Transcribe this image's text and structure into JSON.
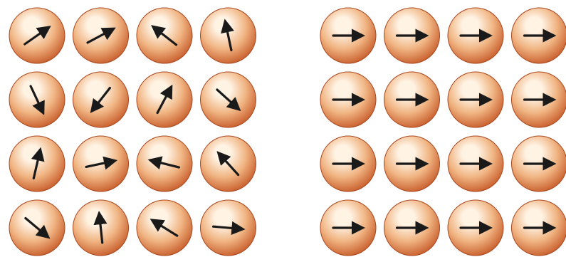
{
  "colors": {
    "background": "#ffffff",
    "sphere_highlight": "#fff3e4",
    "sphere_mid": "#f0b482",
    "sphere_edge": "#c9612f",
    "sphere_rim": "#a9471f",
    "arrow": "#1a1a1a"
  },
  "icon": "magnetic-dipole-arrow",
  "panels": [
    {
      "name": "random-orientation",
      "rows": [
        [
          -35,
          -28,
          218,
          258
        ],
        [
          65,
          128,
          -62,
          42
        ],
        [
          -77,
          -12,
          194,
          228
        ],
        [
          40,
          264,
          212,
          5
        ]
      ]
    },
    {
      "name": "aligned-orientation",
      "rows": [
        [
          0,
          0,
          0,
          0
        ],
        [
          0,
          0,
          0,
          0
        ],
        [
          0,
          0,
          0,
          0
        ],
        [
          0,
          0,
          0,
          0
        ]
      ]
    }
  ]
}
